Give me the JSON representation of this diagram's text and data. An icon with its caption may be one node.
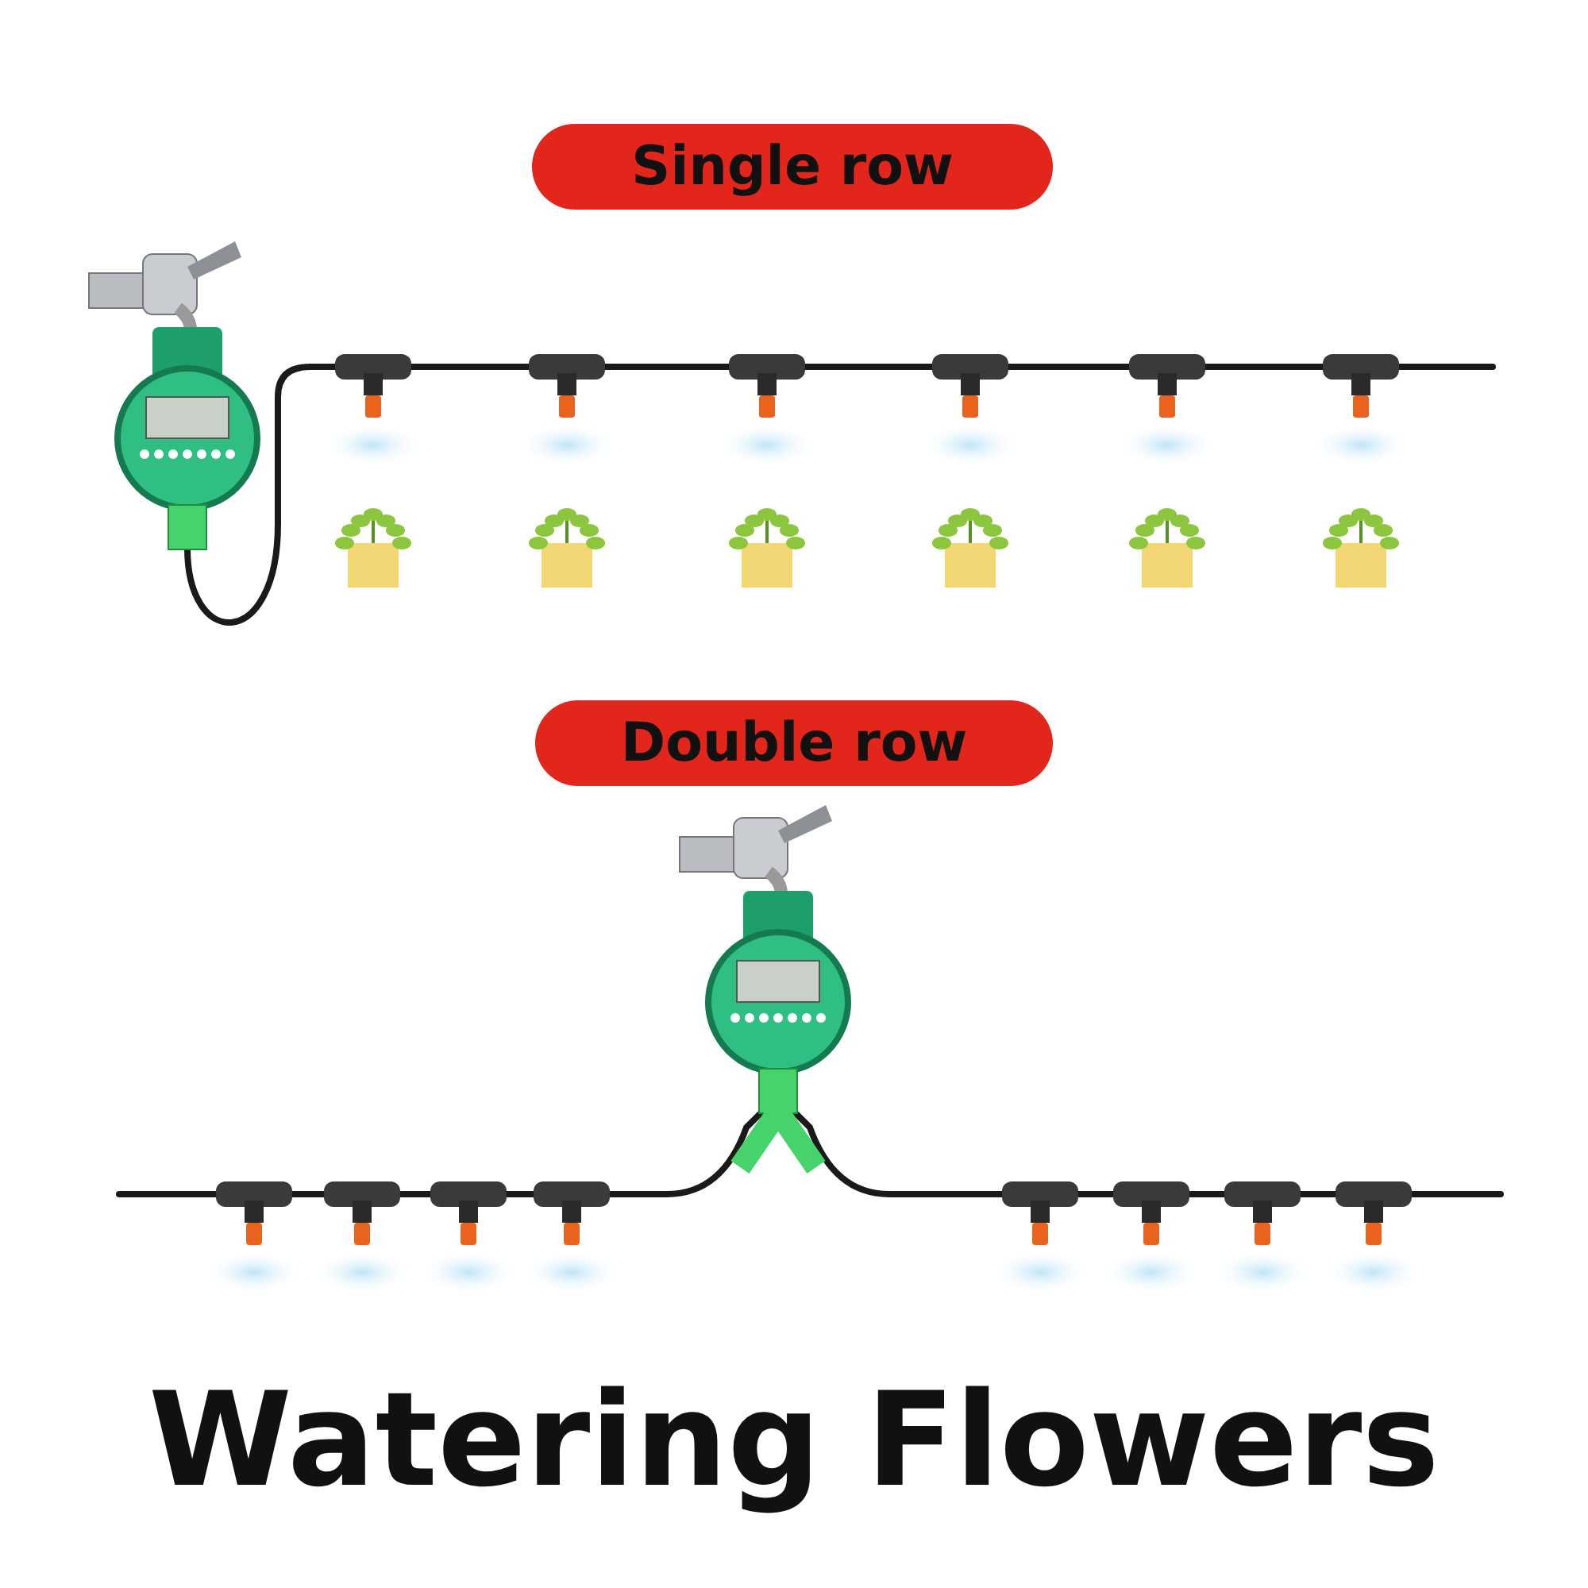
{
  "diagram": {
    "title": "Watering Flowers",
    "nodes": [
      {
        "text": [
          "Single row"
        ]
      },
      {
        "text": [
          "Double row"
        ]
      }
    ]
  }
}
